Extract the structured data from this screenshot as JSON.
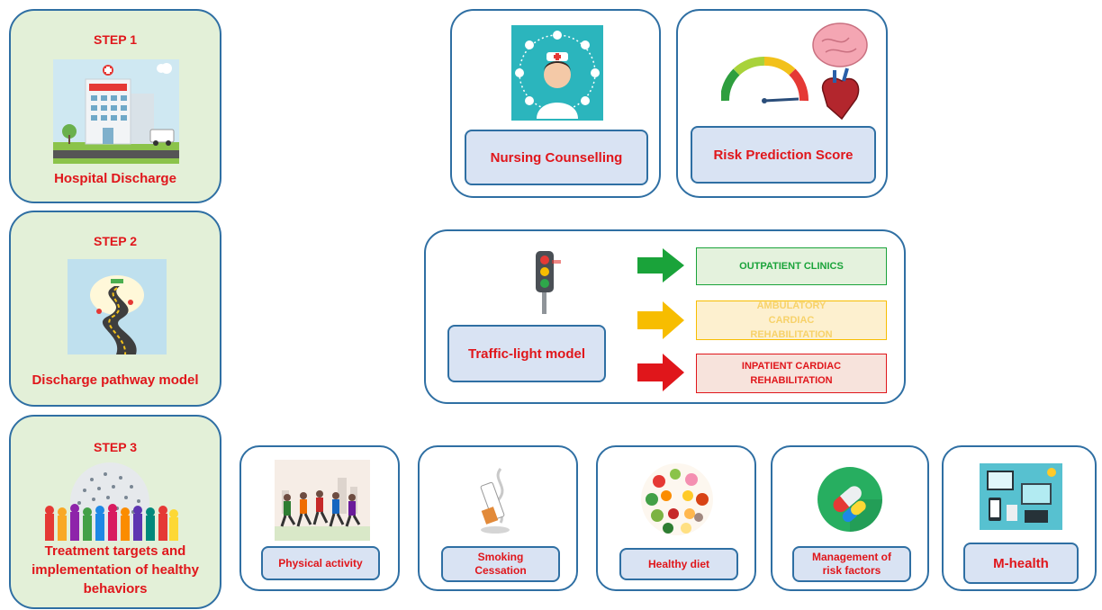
{
  "colors": {
    "step_bg": "#e3f0d8",
    "border": "#2f6fa3",
    "pill_bg": "#d9e3f3",
    "red": "#e0161b",
    "green": "#1aa33a",
    "amber": "#f7bd00"
  },
  "steps": [
    {
      "title": "STEP 1",
      "label": "Hospital Discharge",
      "icon": "hospital-icon"
    },
    {
      "title": "STEP 2",
      "label": "Discharge pathway model",
      "icon": "winding-road-icon"
    },
    {
      "title": "STEP 3",
      "label": "Treatment targets and implementation of healthy behaviors",
      "icon": "crowd-icon"
    }
  ],
  "top_cards": {
    "nursing": {
      "label": "Nursing Counselling",
      "icon": "nurse-icon"
    },
    "risk": {
      "label": "Risk Prediction Score",
      "icon": "gauge-brain-heart-icon"
    }
  },
  "traffic": {
    "label": "Traffic-light model",
    "icon": "traffic-light-icon",
    "outcomes": [
      {
        "label": "OUTPATIENT CLINICS",
        "color": "#1aa33a"
      },
      {
        "label": "AMBULATORY CARDIAC REHABILITATION",
        "color": "#f7bd00"
      },
      {
        "label": "INPATIENT CARDIAC REHABILITATION",
        "color": "#e0161b"
      }
    ]
  },
  "behaviors": [
    {
      "label": "Physical activity",
      "icon": "runners-icon"
    },
    {
      "label": "Smoking Cessation",
      "icon": "cigarette-icon"
    },
    {
      "label": "Healthy diet",
      "icon": "food-icon"
    },
    {
      "label": "Management of risk factors",
      "icon": "pills-icon"
    },
    {
      "label": "M-health",
      "icon": "devices-icon"
    }
  ]
}
